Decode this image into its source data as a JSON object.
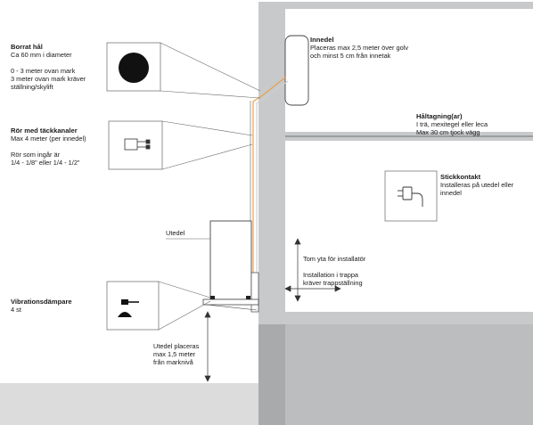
{
  "labels": {
    "borrat_hal": {
      "title": "Borrat hål",
      "lines": [
        "Ca 60 mm i diameter",
        "",
        "0 - 3 meter ovan mark",
        "3 meter ovan mark kräver",
        "ställning/skylift"
      ]
    },
    "ror": {
      "title": "Rör med täckkanaler",
      "lines": [
        "Max 4 meter (per innedel)",
        "",
        "Rör som ingår är",
        "1/4 - 1/8\" eller 1/4 - 1/2\""
      ]
    },
    "utedel": {
      "title": "Utedel"
    },
    "vibration": {
      "title": "Vibrationsdämpare",
      "lines": [
        "4 st"
      ]
    },
    "utedel_placering": {
      "lines": [
        "Utedel placeras",
        "max 1,5 meter",
        "från marknivå"
      ]
    },
    "innedel": {
      "title": "Innedel",
      "lines": [
        "Placeras max 2,5 meter över golv",
        "och minst 5 cm från innetak"
      ]
    },
    "haltagning": {
      "title": "Håltagning(ar)",
      "lines": [
        "I trä, mexitegel eller leca",
        "Max 30 cm tjock vägg"
      ]
    },
    "stickkontakt": {
      "title": "Stickkontakt",
      "lines": [
        "Installeras på utedel eller",
        "innedel"
      ]
    },
    "tom_yta": {
      "lines": [
        "Tom yta för installatör",
        "",
        "Installation i trappa",
        "kräver trappställning"
      ]
    }
  },
  "icons": [
    "hole-icon",
    "pipe-icon",
    "damper-icon",
    "plug-icon"
  ],
  "colors": {
    "wall": "#c8c9cb",
    "ground": "#dcdcdd",
    "line": "#555555",
    "pipe": "#e8a24a"
  }
}
